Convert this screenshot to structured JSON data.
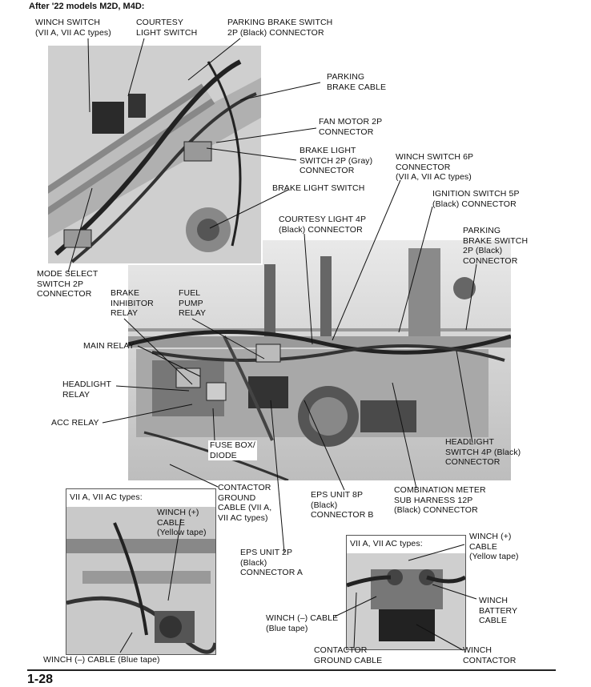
{
  "header": {
    "title": "After '22 models M2D, M4D:"
  },
  "inset_titles": {
    "bottom_left": "VII A, VII AC types:",
    "bottom_right": "VII A, VII AC types:"
  },
  "labels": {
    "winch_switch": [
      "WINCH SWITCH",
      "(VII A, VII AC types)"
    ],
    "courtesy_light_switch": [
      "COURTESY",
      "LIGHT SWITCH"
    ],
    "parking_brake_switch_2p_top": [
      "PARKING BRAKE SWITCH",
      "2P (Black) CONNECTOR"
    ],
    "parking_brake_cable": [
      "PARKING",
      "BRAKE CABLE"
    ],
    "fan_motor_2p": [
      "FAN MOTOR 2P",
      "CONNECTOR"
    ],
    "brake_light_switch_2p": [
      "BRAKE LIGHT",
      "SWITCH 2P (Gray)",
      "CONNECTOR"
    ],
    "winch_switch_6p": [
      "WINCH SWITCH 6P",
      "CONNECTOR",
      "(VII A, VII AC types)"
    ],
    "brake_light_switch": [
      "BRAKE LIGHT SWITCH"
    ],
    "ignition_switch_5p": [
      "IGNITION SWITCH 5P",
      "(Black) CONNECTOR"
    ],
    "courtesy_light_4p": [
      "COURTESY LIGHT 4P",
      "(Black) CONNECTOR"
    ],
    "parking_brake_switch_2p_right": [
      "PARKING",
      "BRAKE SWITCH",
      "2P (Black)",
      "CONNECTOR"
    ],
    "mode_select_switch": [
      "MODE SELECT",
      "SWITCH 2P",
      "CONNECTOR"
    ],
    "brake_inhibitor_relay": [
      "BRAKE",
      "INHIBITOR",
      "RELAY"
    ],
    "fuel_pump_relay": [
      "FUEL",
      "PUMP",
      "RELAY"
    ],
    "main_relay": [
      "MAIN RELAY"
    ],
    "headlight_relay": [
      "HEADLIGHT",
      "RELAY"
    ],
    "acc_relay": [
      "ACC RELAY"
    ],
    "fuse_box": [
      "FUSE BOX/",
      "DIODE"
    ],
    "headlight_switch_4p": [
      "HEADLIGHT",
      "SWITCH 4P (Black)",
      "CONNECTOR"
    ],
    "contactor_ground_cable": [
      "CONTACTOR",
      "GROUND",
      "CABLE (VII A,",
      "VII AC types)"
    ],
    "eps_unit_8p": [
      "EPS UNIT 8P",
      "(Black)",
      "CONNECTOR B"
    ],
    "combination_meter": [
      "COMBINATION METER",
      "SUB HARNESS 12P",
      "(Black) CONNECTOR"
    ],
    "winch_plus_cable_left": [
      "WINCH (+)",
      "CABLE",
      "(Yellow tape)"
    ],
    "eps_unit_2p": [
      "EPS UNIT 2P",
      "(Black)",
      "CONNECTOR A"
    ],
    "winch_plus_cable_right": [
      "WINCH (+)",
      "CABLE",
      "(Yellow tape)"
    ],
    "winch_battery_cable": [
      "WINCH",
      "BATTERY",
      "CABLE"
    ],
    "winch_minus_cable_right": [
      "WINCH (–) CABLE",
      "(Blue tape)"
    ],
    "contactor_ground_cable_bottom": [
      "CONTACTOR",
      "GROUND CABLE"
    ],
    "winch_contactor": [
      "WINCH",
      "CONTACTOR"
    ],
    "winch_minus_cable_left": [
      "WINCH (–) CABLE (Blue tape)"
    ]
  },
  "page_number": "1-28"
}
